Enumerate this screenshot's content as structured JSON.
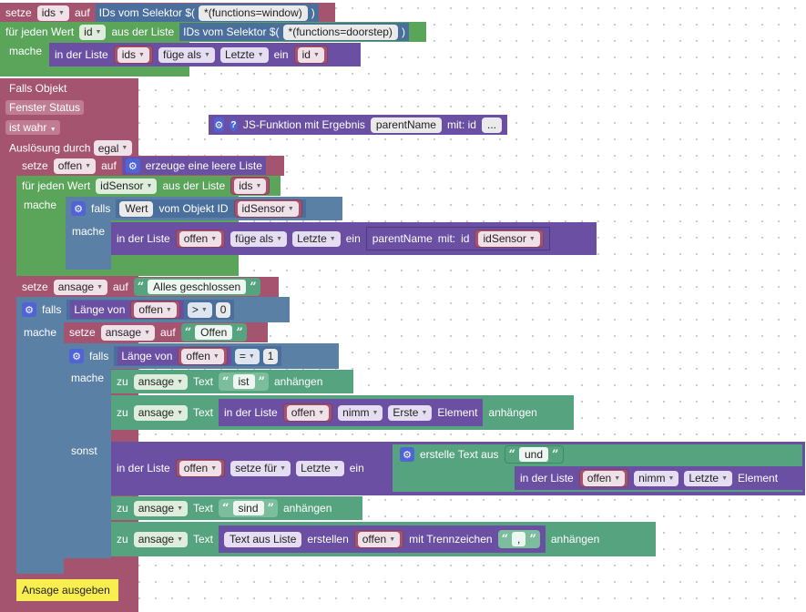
{
  "b1": {
    "set": "setze",
    "var": "ids",
    "on": "auf",
    "sel_label": "IDs vom Selektor $(",
    "sel_value": "*(functions=window)",
    "close": ")"
  },
  "b2": {
    "foreach": "für jeden Wert",
    "var": "id",
    "from_list": "aus der Liste",
    "sel_label": "IDs vom Selektor $(",
    "sel_value": "*(functions=doorstep)",
    "close": ")",
    "do": "mache"
  },
  "b3": {
    "in_list": "in der Liste",
    "list": "ids",
    "mode": "füge als",
    "where": "Letzte",
    "one": "ein",
    "var": "id"
  },
  "trigger": {
    "if_object": "Falls Objekt",
    "object": "Fenster Status",
    "condition": "ist wahr",
    "trigger_by": "Auslösung durch",
    "trigger_value": "egal"
  },
  "js": {
    "label": "JS-Funktion mit Ergebnis",
    "name": "parentName",
    "with": "mit: id",
    "dots": "..."
  },
  "c1": {
    "set": "setze",
    "var": "offen",
    "on": "auf",
    "create": "erzeuge eine leere Liste"
  },
  "c2": {
    "foreach": "für jeden Wert",
    "var": "idSensor",
    "from_list": "aus der Liste",
    "list": "ids",
    "do": "mache"
  },
  "c3": {
    "if": "falls",
    "value": "Wert",
    "of_object": "vom Objekt ID",
    "var": "idSensor",
    "do": "mache"
  },
  "c4": {
    "in_list": "in der Liste",
    "list": "offen",
    "mode": "füge als",
    "where": "Letzte",
    "one": "ein",
    "func": "parentName",
    "with": "mit:",
    "arg": "id",
    "var": "idSensor"
  },
  "d1": {
    "set": "setze",
    "var": "ansage",
    "on": "auf",
    "text": "Alles geschlossen"
  },
  "d2": {
    "if": "falls",
    "length_of": "Länge von",
    "var": "offen",
    "op": ">",
    "num": "0",
    "do": "mache"
  },
  "d3": {
    "set": "setze",
    "var": "ansage",
    "on": "auf",
    "text": "Offen"
  },
  "d4": {
    "if": "falls",
    "length_of": "Länge von",
    "var": "offen",
    "op": "=",
    "num": "1",
    "do": "mache",
    "else": "sonst"
  },
  "e1": {
    "to": "zu",
    "var": "ansage",
    "text_label": "Text",
    "text": "ist",
    "append": "anhängen"
  },
  "e2": {
    "to": "zu",
    "var": "ansage",
    "text_label": "Text",
    "in_list": "in der Liste",
    "list": "offen",
    "take": "nimm",
    "which": "Erste",
    "element": "Element",
    "append": "anhängen"
  },
  "e3": {
    "in_list": "in der Liste",
    "list": "offen",
    "mode": "setze für",
    "where": "Letzte",
    "one": "ein",
    "create": "erstelle Text aus",
    "text": "und",
    "in_list2": "in der Liste",
    "list2": "offen",
    "take": "nimm",
    "which": "Letzte",
    "element": "Element"
  },
  "e4": {
    "to": "zu",
    "var": "ansage",
    "text_label": "Text",
    "text": "sind",
    "append": "anhängen"
  },
  "e5": {
    "to": "zu",
    "var": "ansage",
    "text_label": "Text",
    "from_list": "Text aus Liste",
    "create": "erstellen",
    "list": "offen",
    "sep": "mit Trennzeichen",
    "sep_value": ",",
    "append": "anhängen"
  },
  "say": {
    "label": "Ansage ausgeben"
  },
  "colors": {
    "var": "#a5546f",
    "loop": "#5ba55b",
    "logic": "#5b80a5",
    "list": "#6a4fa3",
    "text": "#56a37f",
    "comment": "#f9ee50"
  }
}
